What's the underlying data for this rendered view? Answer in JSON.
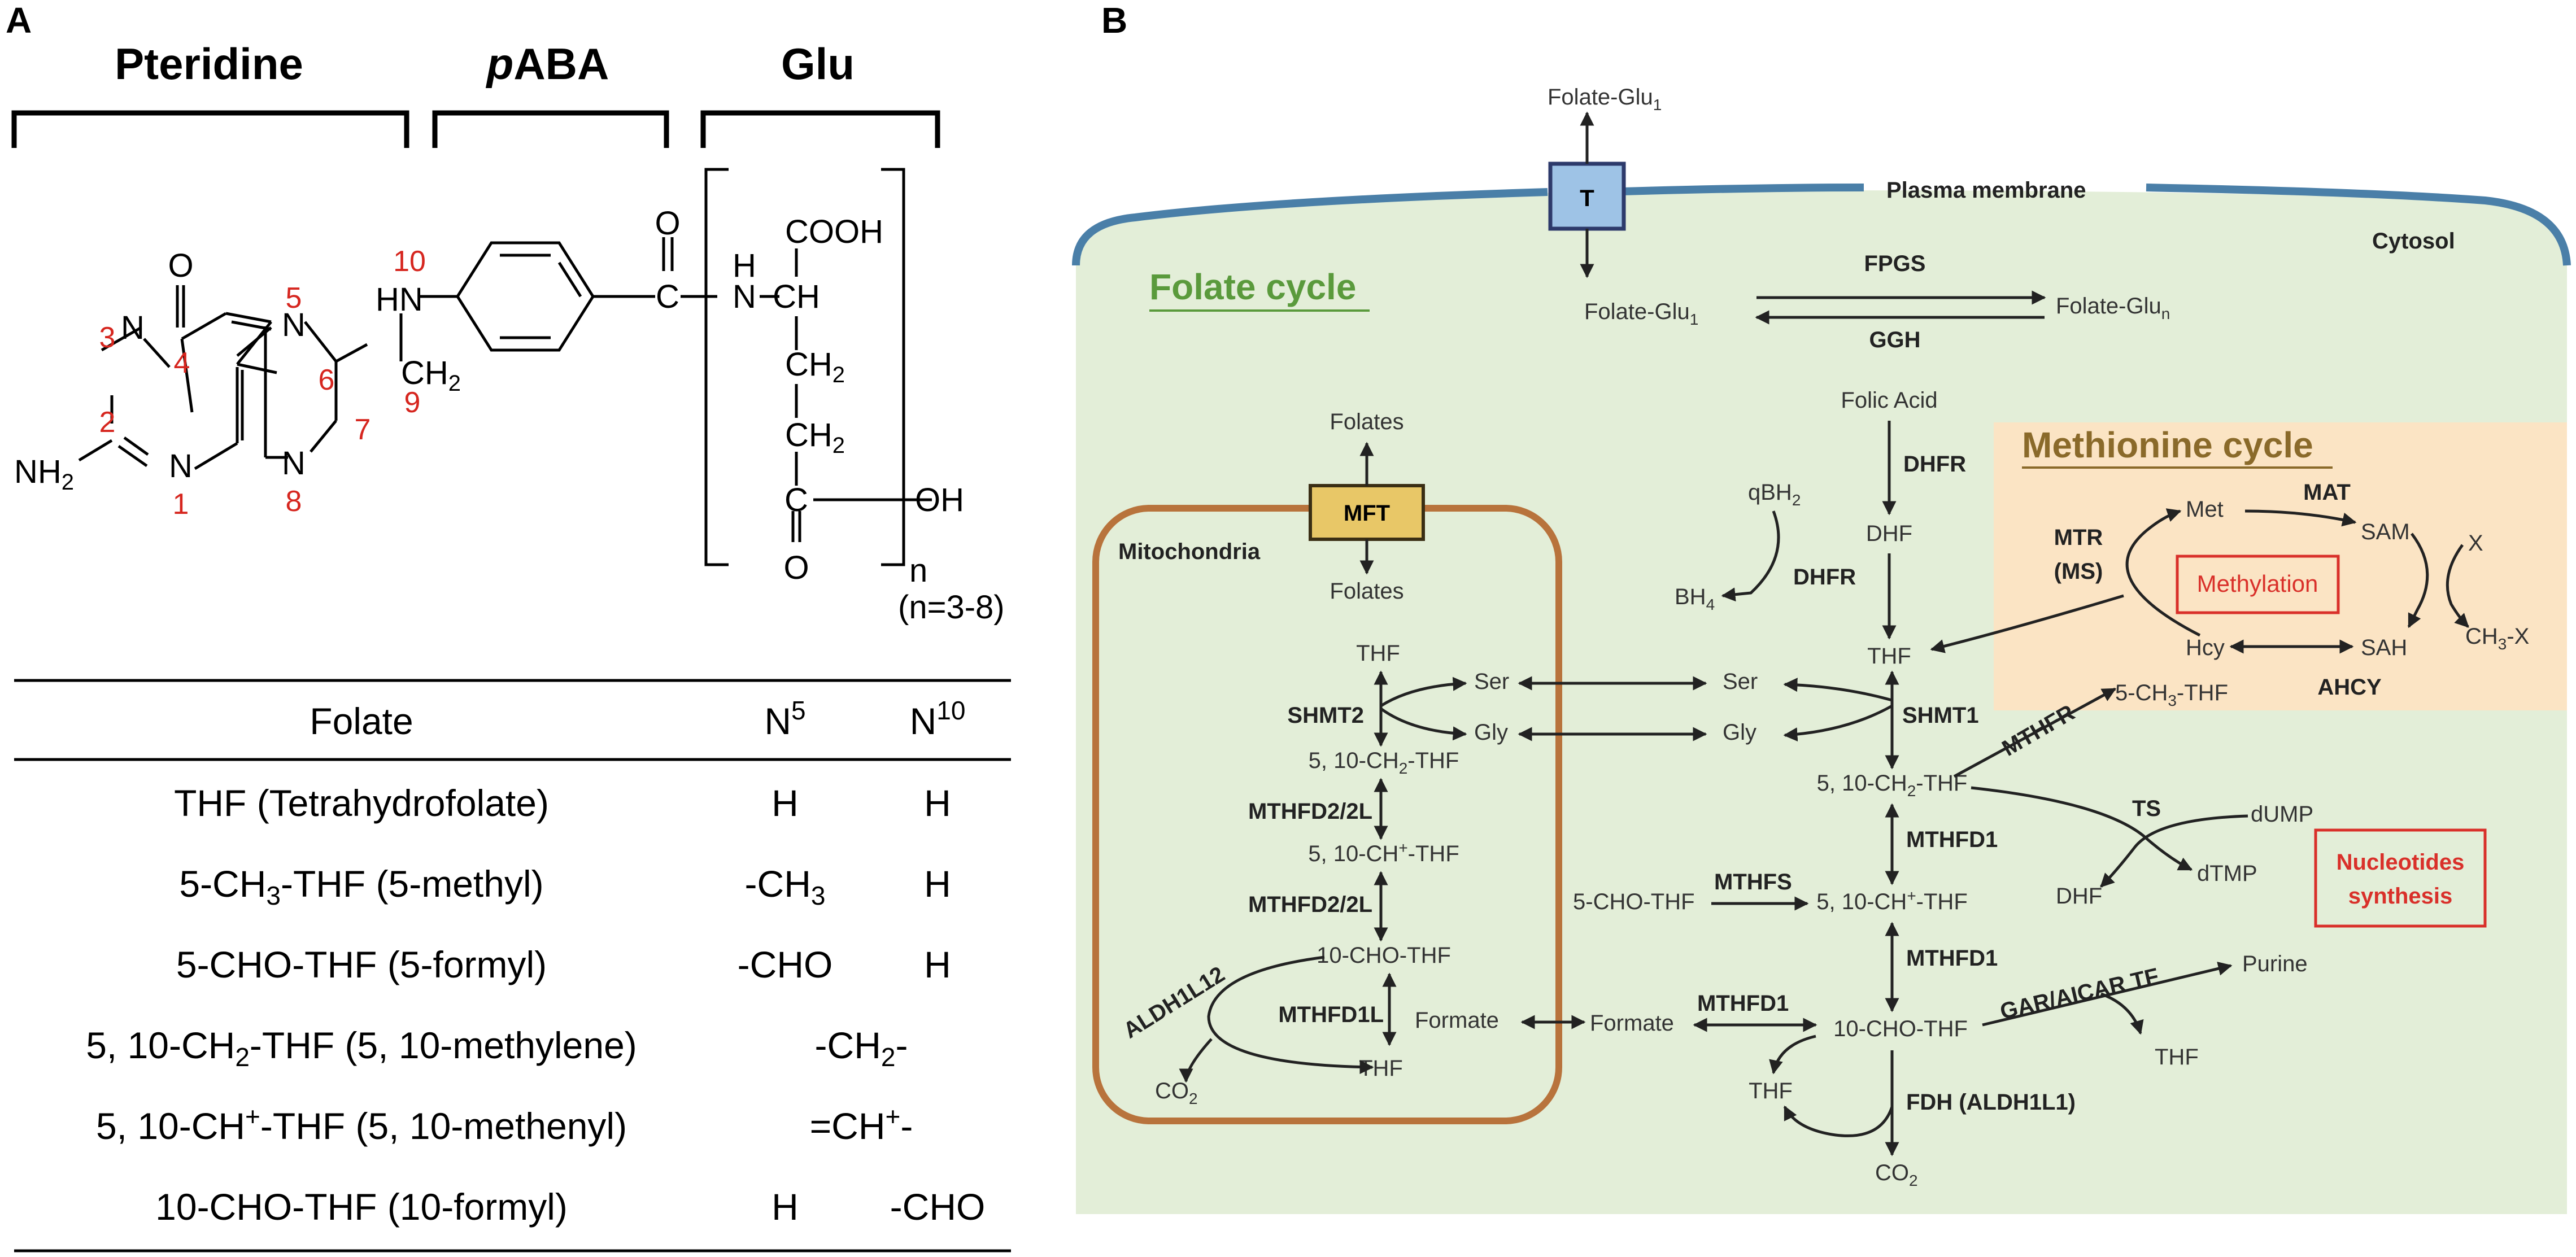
{
  "panel_a": {
    "letter": "A",
    "headers": {
      "pteridine": "Pteridine",
      "paba_italic": "p",
      "paba_rest": "ABA",
      "glu": "Glu"
    },
    "structure": {
      "o_left": "O",
      "n3": "N",
      "n1": "N",
      "n5": "N",
      "n8": "N",
      "nh2": "NH",
      "nh2_sub": "2",
      "hn": "HN",
      "ch2_9": "CH",
      "ch2_9_sub": "2",
      "c_carbonyl": "C",
      "o_carbonyl": "O",
      "h_amide": "H",
      "n_amide": "N",
      "ch_alpha": "CH",
      "cooh": "COOH",
      "ch2_a": "CH",
      "ch2_a_sub": "2",
      "ch2_b": "CH",
      "ch2_b_sub": "2",
      "c_gamma": "C",
      "o_gamma": "O",
      "oh": "OH",
      "n_sub": "n",
      "n_range": "(n=3-8)",
      "numbers": {
        "n1": "1",
        "n2": "2",
        "n3": "3",
        "n4": "4",
        "n5": "5",
        "n6": "6",
        "n7": "7",
        "n8": "8",
        "n9": "9",
        "n10": "10"
      }
    },
    "table": {
      "col_folate": "Folate",
      "col_n5": "N",
      "col_n5_sup": "5",
      "col_n10": "N",
      "col_n10_sup": "10",
      "rows": [
        {
          "pre": "THF (Tetrahydrofolate)",
          "sub": "",
          "post": "",
          "n5": "H",
          "n5_sub": "",
          "n10": "H",
          "combined_pre": "",
          "combined_sub": "",
          "combined_post": ""
        },
        {
          "pre": "5-CH",
          "sub": "3",
          "post": "-THF (5-methyl)",
          "n5": "-CH",
          "n5_sub": "3",
          "n10": "H",
          "combined_pre": "",
          "combined_sub": "",
          "combined_post": ""
        },
        {
          "pre": "5-CHO-THF (5-formyl)",
          "sub": "",
          "post": "",
          "n5": "-CHO",
          "n5_sub": "",
          "n10": "H",
          "combined_pre": "",
          "combined_sub": "",
          "combined_post": ""
        },
        {
          "pre": "5, 10-CH",
          "sub": "2",
          "post": "-THF (5, 10-methylene)",
          "n5": "",
          "n5_sub": "",
          "n10": "",
          "combined_pre": "-CH",
          "combined_sub": "2",
          "combined_post": "-"
        },
        {
          "pre": "5, 10-CH",
          "sub": "+",
          "post": "-THF (5, 10-methenyl)",
          "n5": "",
          "n5_sub": "",
          "n10": "",
          "combined_pre": "=CH",
          "combined_sub": "+",
          "combined_post": "-"
        },
        {
          "pre": "10-CHO-THF (10-formyl)",
          "sub": "",
          "post": "",
          "n5": "H",
          "n5_sub": "",
          "n10": "-CHO",
          "combined_pre": "",
          "combined_sub": "",
          "combined_post": ""
        }
      ]
    }
  },
  "panel_b": {
    "letter": "B",
    "colors": {
      "cytosol": "#e3eed8",
      "methionine_bg": "#fbe4c4",
      "membrane": "#4a7fa8",
      "transporter": "#9ec3e6",
      "mft": "#e8c767",
      "mito": "#b8733c",
      "folate_cycle": "#5a9a3c",
      "methionine_cycle": "#8a6a2a",
      "red_box": "#d9302a"
    },
    "membrane": {
      "folate_out": "Folate-Glu",
      "folate_out_sub": "1",
      "transporter": "T",
      "plasma_membrane": "Plasma membrane",
      "cytosol": "Cytosol"
    },
    "folate_cycle_title": "Folate cycle",
    "methionine_cycle_title": "Methionine cycle",
    "mitochondria": {
      "label": "Mitochondria",
      "mft": "MFT",
      "folates_out": "Folates",
      "folates_in": "Folates"
    },
    "polyglutamation": {
      "fpgs": "FPGS",
      "ggh": "GGH",
      "glu1": "Folate-Glu",
      "glu1_sub": "1",
      "glun": "Folate-Glu",
      "glun_sub": "n"
    },
    "mito_metabolites": {
      "thf": "THF",
      "ser": "Ser",
      "gly": "Gly",
      "ch2thf": "5, 10-CH",
      "ch2thf_sub": "2",
      "ch2thf_post": "-THF",
      "chthf": "5, 10-CH",
      "chthf_sup": "+",
      "chthf_post": "-THF",
      "cho_thf": "10-CHO-THF",
      "formate": "Formate",
      "thf2": "THF",
      "co2": "CO",
      "co2_sub": "2"
    },
    "mito_enzymes": {
      "shmt2": "SHMT2",
      "mthfd2_a": "MTHFD2/2L",
      "mthfd2_b": "MTHFD2/2L",
      "aldh1l2": "ALDH1L12",
      "mthfd1l": "MTHFD1L"
    },
    "cyto_metabolites": {
      "folic_acid": "Folic Acid",
      "dhf": "DHF",
      "thf": "THF",
      "qbh2": "qBH",
      "qbh2_sub": "2",
      "bh4": "BH",
      "bh4_sub": "4",
      "ser": "Ser",
      "gly": "Gly",
      "ch2thf": "5, 10-CH",
      "ch2thf_sub": "2",
      "ch2thf_post": "-THF",
      "ch3thf": "5-CH",
      "ch3thf_sub": "3",
      "ch3thf_post": "-THF",
      "dump": "dUMP",
      "dtmp": "dTMP",
      "dhf2": "DHF",
      "cho5": "5-CHO-THF",
      "chthf": "5, 10-CH",
      "chthf_sup": "+",
      "chthf_post": "-THF",
      "formate": "Formate",
      "cho10": "10-CHO-THF",
      "thf_a": "THF",
      "thf_b": "THF",
      "purine": "Purine",
      "co2": "CO",
      "co2_sub": "2"
    },
    "cyto_enzymes": {
      "dhfr_a": "DHFR",
      "dhfr_b": "DHFR",
      "shmt1": "SHMT1",
      "mthfr": "MTHFR",
      "mthfd1_a": "MTHFD1",
      "mthfs": "MTHFS",
      "mthfd1_b": "MTHFD1",
      "mthfd1_c": "MTHFD1",
      "ts": "TS",
      "gar": "GAR/AICAR TF",
      "fdh": "FDH (ALDH1L1)"
    },
    "methionine": {
      "met": "Met",
      "sam": "SAM",
      "sah": "SAH",
      "hcy": "Hcy",
      "x": "X",
      "ch3x": "CH",
      "ch3x_sub": "3",
      "ch3x_post": "-X",
      "mat": "MAT",
      "ahcy": "AHCY",
      "mtr": "MTR",
      "ms": "(MS)",
      "methylation": "Methylation"
    },
    "nucleotides": {
      "line1": "Nucleotides",
      "line2": "synthesis"
    }
  }
}
